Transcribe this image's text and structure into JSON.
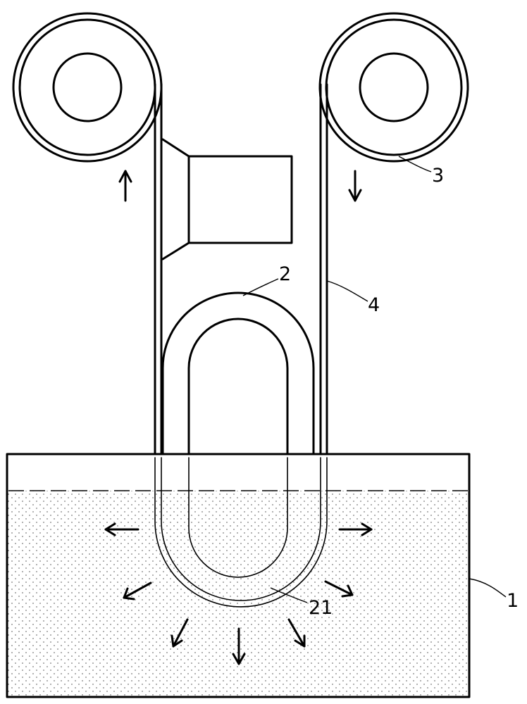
{
  "labels": {
    "tank": "1",
    "heater": "2",
    "roller": "3",
    "belt": "4",
    "heater_bend": "21"
  },
  "colors": {
    "line": "#000000",
    "liquid_dots": "#7a7a7a",
    "background": "#ffffff"
  }
}
